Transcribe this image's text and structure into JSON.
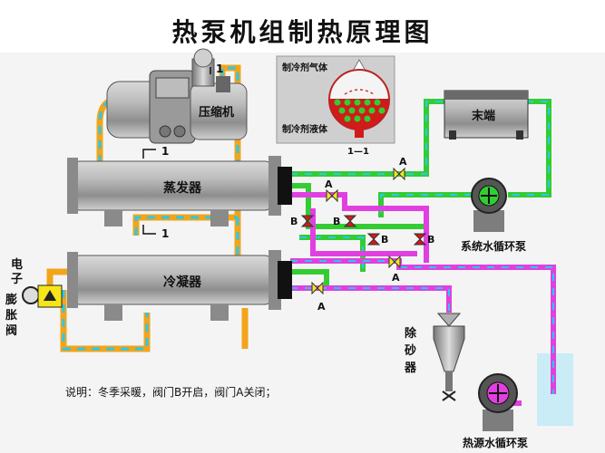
{
  "title": "热泵机组制热原理图",
  "labels": {
    "compressor": "压缩机",
    "evaporator": "蒸发器",
    "condenser": "冷凝器",
    "terminal": "末端",
    "system_pump": "系统水循环泵",
    "heat_source_pump": "热源水循环泵",
    "desander": "除砂器",
    "expansion_valve": "电子膨胀阀",
    "refrigerant_gas": "制冷剂气体",
    "refrigerant_liquid": "制冷剂液体",
    "section_1a": "1",
    "section_1b": "1",
    "section_1c": "1",
    "section_marker": "1—1",
    "valve_a1": "A",
    "valve_a2": "A",
    "valve_a3": "A",
    "valve_a4": "A",
    "valve_b1": "B",
    "valve_b2": "B",
    "valve_b3": "B",
    "valve_b4": "B"
  },
  "note": "说明：冬季采暖，阀门B开启，阀门A关闭；",
  "colors": {
    "refrigerant_orange": "#f2a51a",
    "water_cyan": "#2cc7ea",
    "water_green": "#33cc33",
    "water_magenta": "#e040e0",
    "water_tank": "#c9ecf7",
    "valve_red": "#d11a1a",
    "valve_yellow": "#f5e51a",
    "vessel_gray": "#a8a8a8"
  }
}
